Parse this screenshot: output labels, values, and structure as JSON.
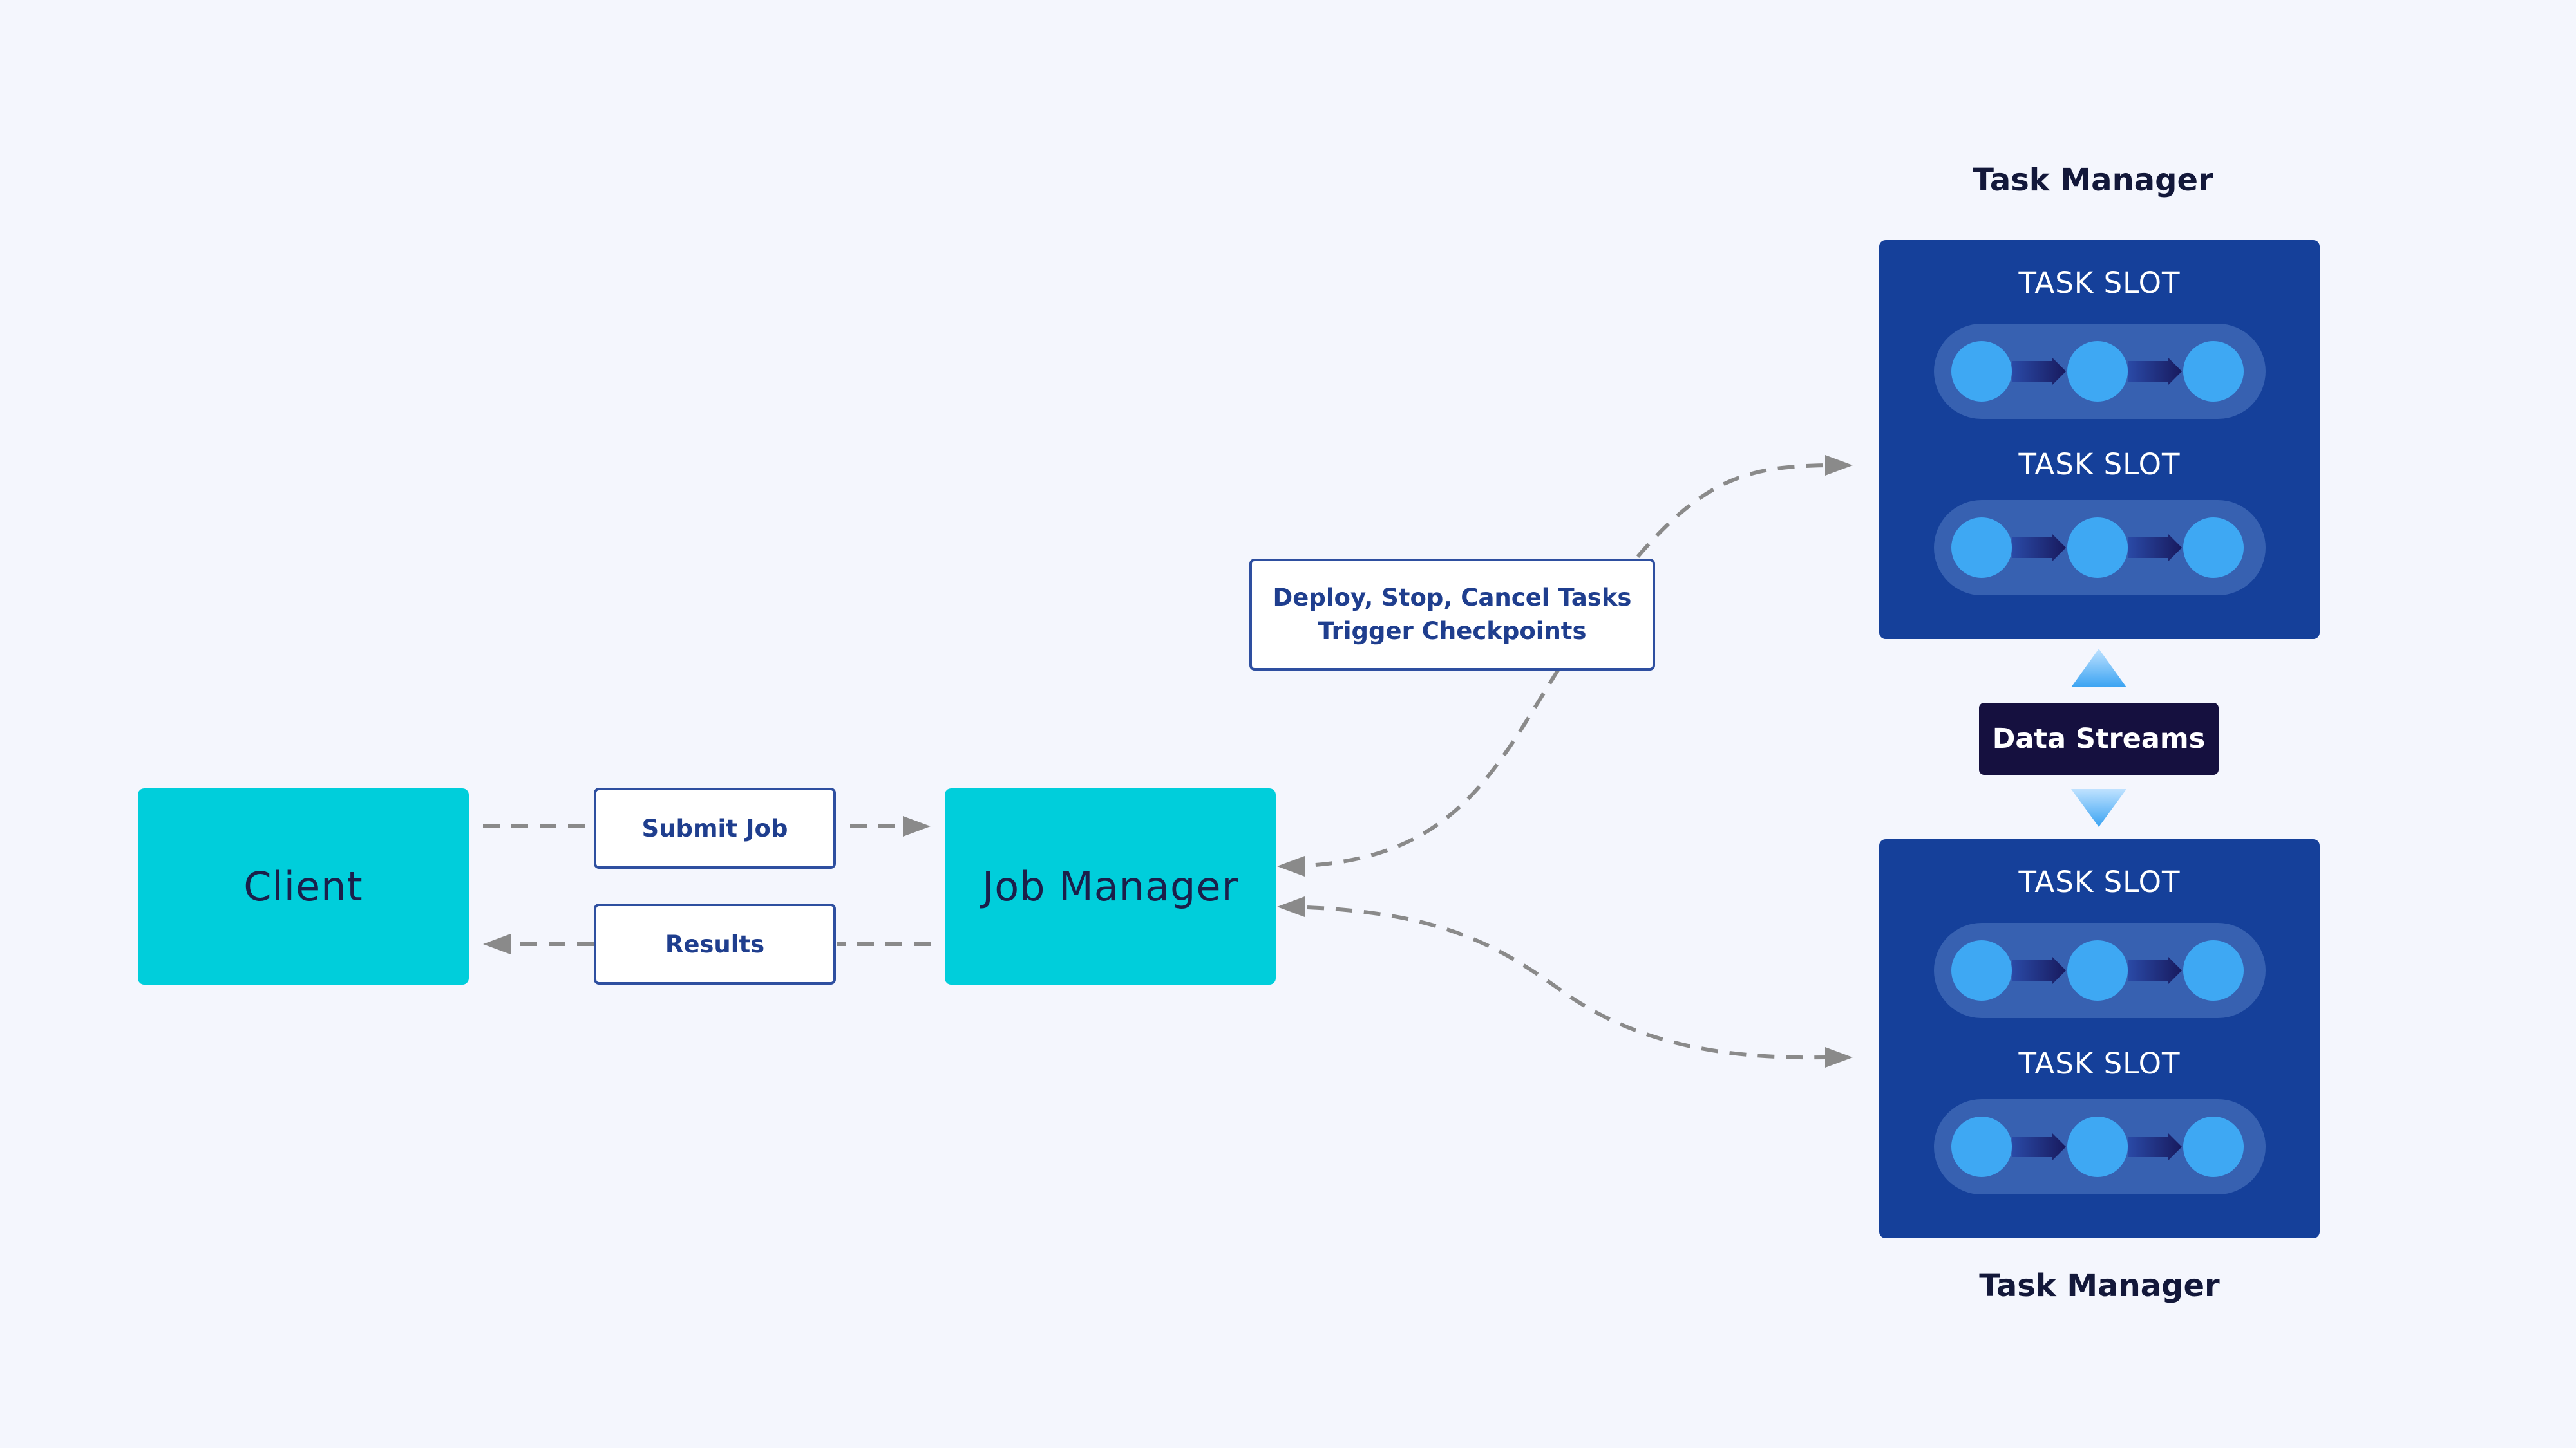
{
  "client": {
    "label": "Client"
  },
  "job_manager": {
    "label": "Job Manager"
  },
  "edges": {
    "submit_job": "Submit Job",
    "results": "Results",
    "deploy_line1": "Deploy, Stop, Cancel Tasks",
    "deploy_line2": "Trigger Checkpoints"
  },
  "task_managers": [
    {
      "title": "Task Manager",
      "slots": [
        "TASK SLOT",
        "TASK SLOT"
      ]
    },
    {
      "title": "Task Manager",
      "slots": [
        "TASK SLOT",
        "TASK SLOT"
      ]
    }
  ],
  "data_streams": {
    "label": "Data Streams"
  },
  "colors": {
    "background": "#f4f6fd",
    "node_cyan": "#00cedb",
    "task_manager_blue": "#15409a",
    "slot_pill": "#3761b1",
    "operator_circle": "#3ea8f3",
    "data_streams_bg": "#15103f",
    "edge_gray": "#8a8a8a"
  }
}
